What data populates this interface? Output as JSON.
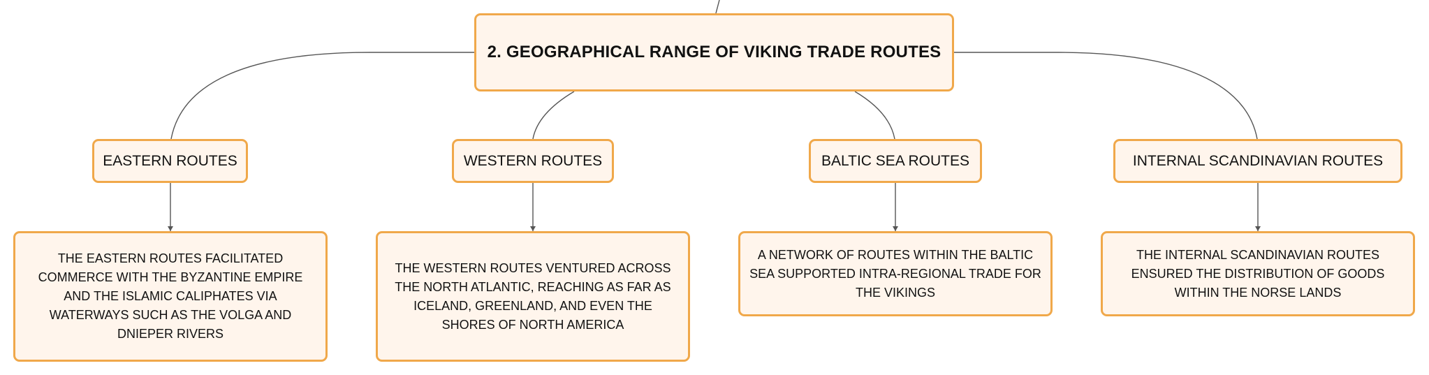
{
  "root": {
    "title": "2. GEOGRAPHICAL RANGE OF VIKING TRADE ROUTES"
  },
  "branches": [
    {
      "label": "EASTERN ROUTES",
      "description": "THE EASTERN ROUTES FACILITATED COMMERCE WITH THE BYZANTINE EMPIRE AND THE ISLAMIC CALIPHATES VIA WATERWAYS SUCH AS THE VOLGA AND DNIEPER RIVERS"
    },
    {
      "label": "WESTERN ROUTES",
      "description": "THE WESTERN ROUTES VENTURED ACROSS THE NORTH ATLANTIC, REACHING AS FAR AS ICELAND, GREENLAND, AND EVEN THE SHORES OF NORTH AMERICA"
    },
    {
      "label": "BALTIC SEA ROUTES",
      "description": "A NETWORK OF ROUTES WITHIN THE BALTIC SEA SUPPORTED INTRA-REGIONAL TRADE FOR THE VIKINGS"
    },
    {
      "label": "INTERNAL SCANDINAVIAN ROUTES",
      "description": "THE INTERNAL SCANDINAVIAN ROUTES ENSURED THE DISTRIBUTION OF GOODS WITHIN THE NORSE LANDS"
    }
  ],
  "colors": {
    "node_fill": "#fff5ec",
    "node_border": "#f0a84a",
    "connector": "#555555",
    "text": "#111111"
  }
}
